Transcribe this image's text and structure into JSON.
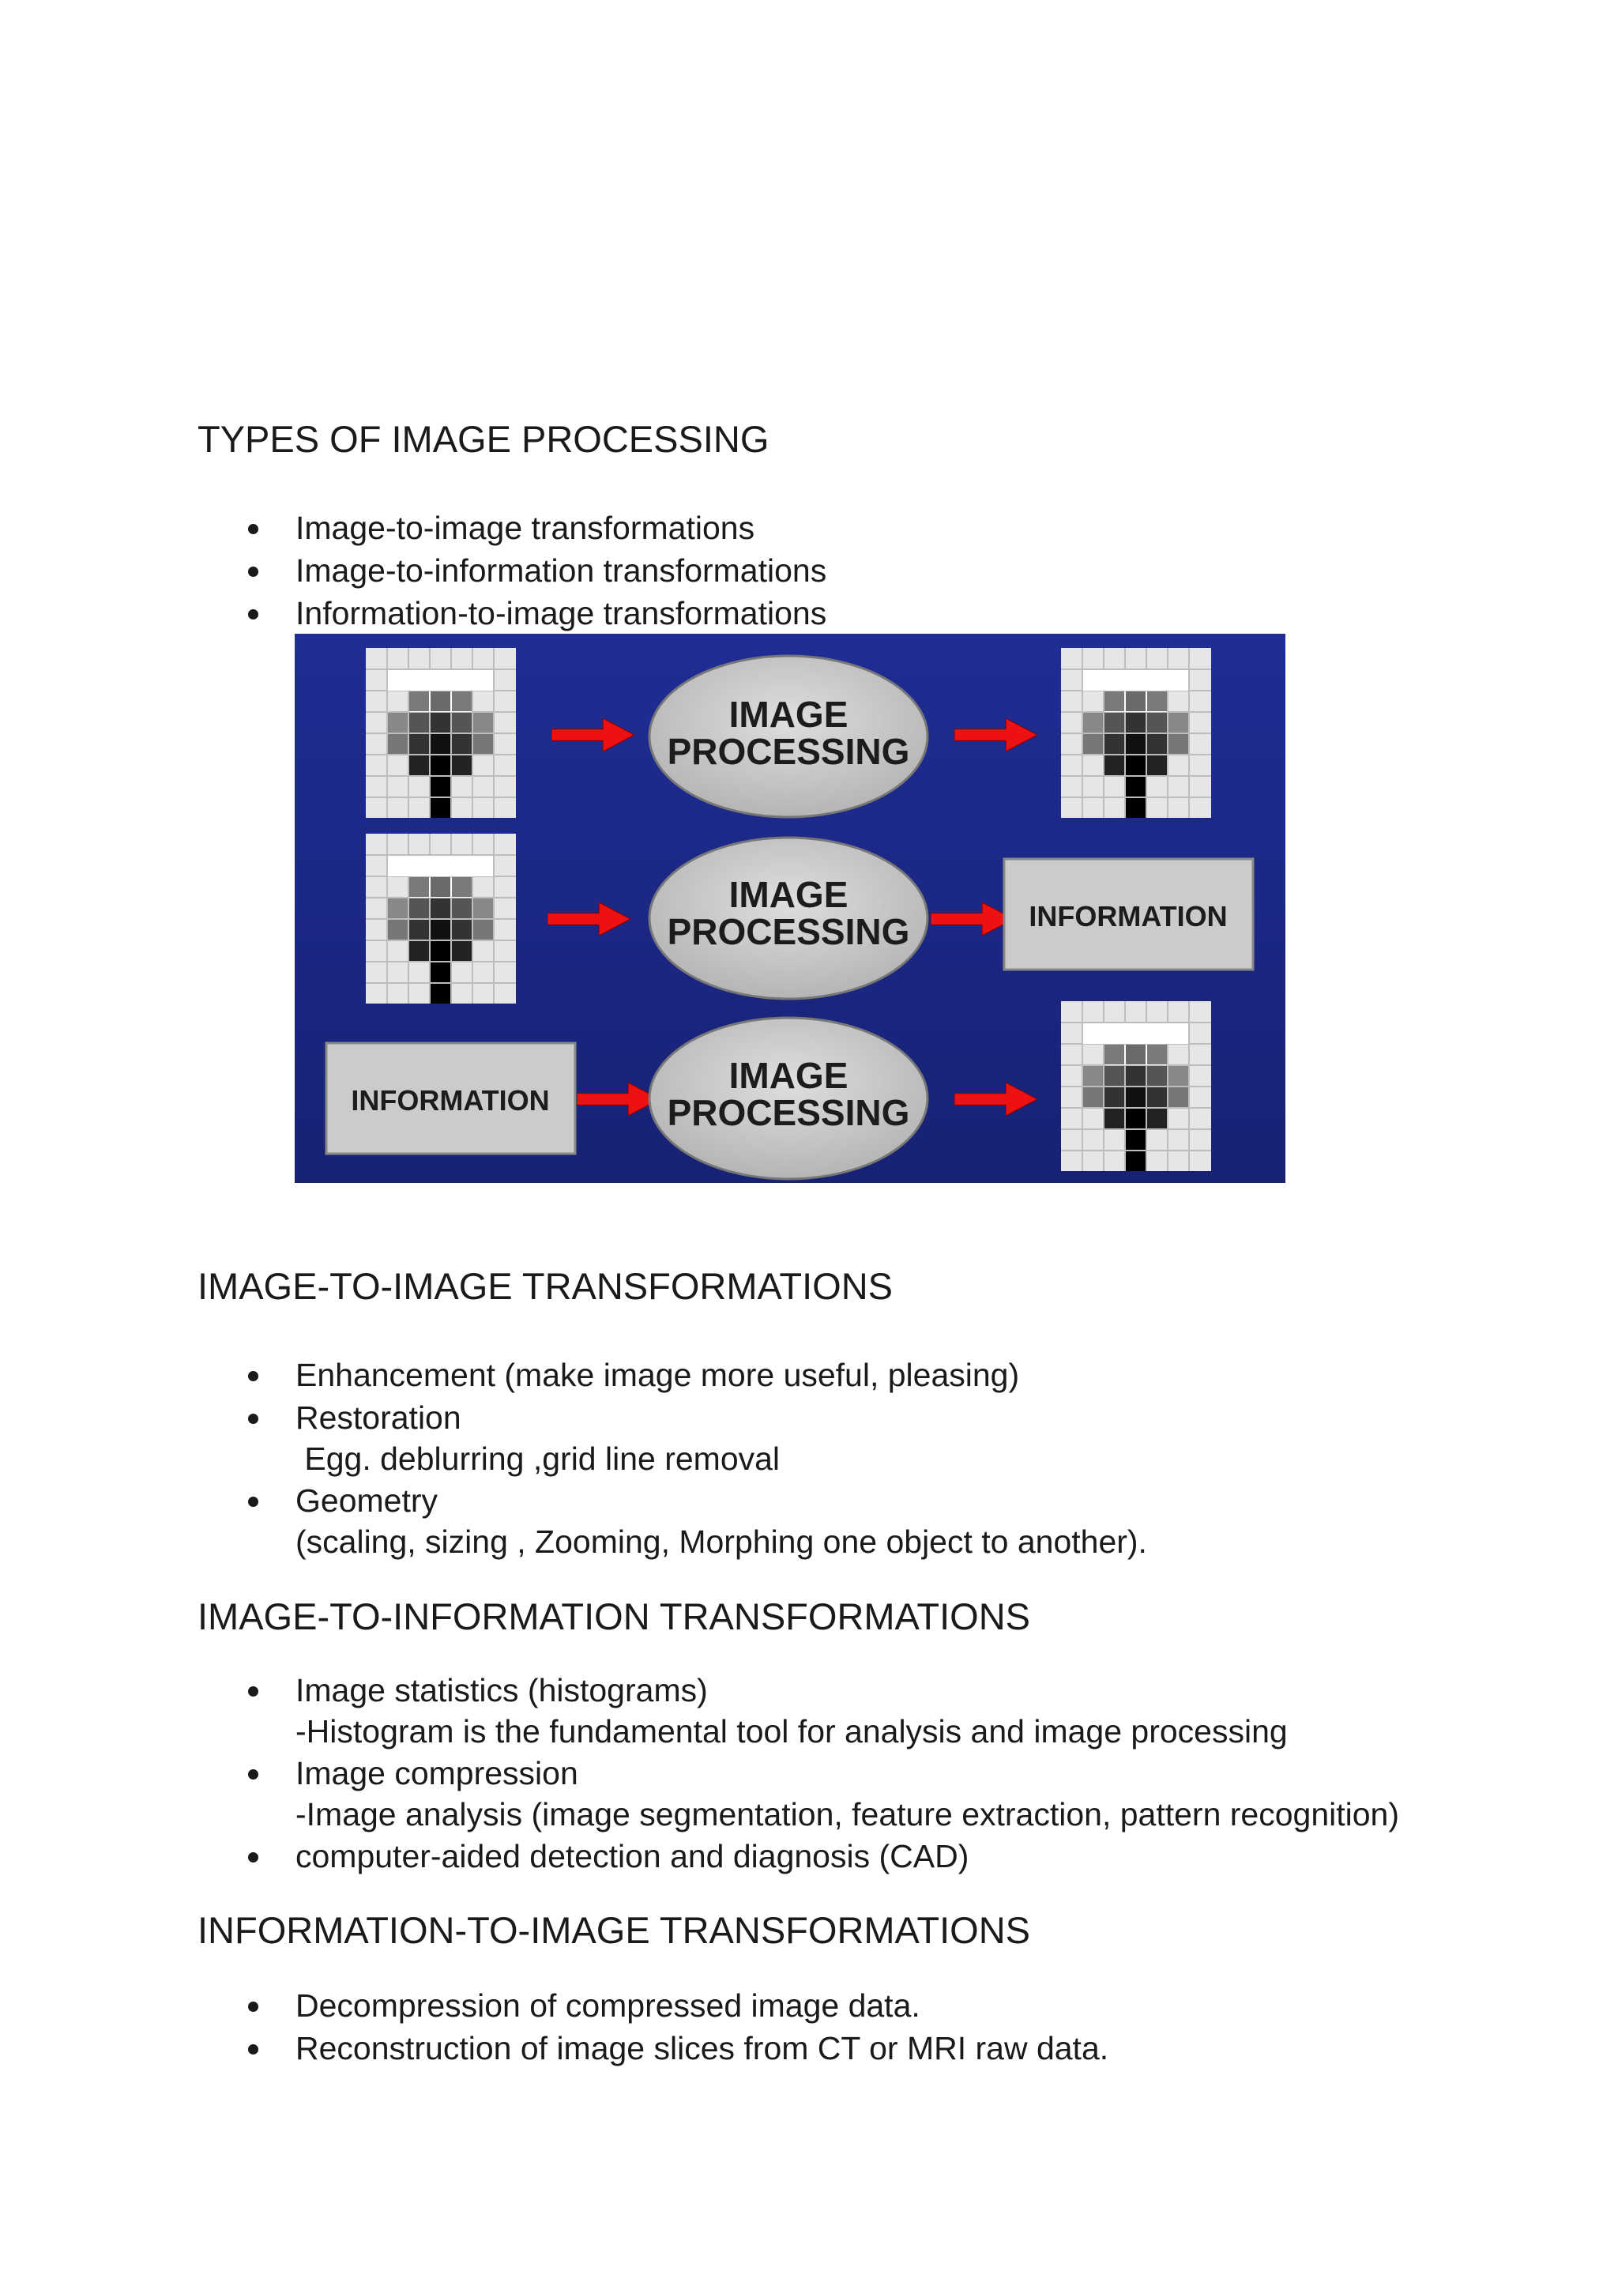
{
  "sections": {
    "types": {
      "title": "TYPES OF IMAGE PROCESSING",
      "items": [
        "Image-to-image transformations",
        "Image-to-information transformations",
        "Information-to-image transformations"
      ]
    },
    "figure": {
      "processing_line1": "IMAGE",
      "processing_line2": "PROCESSING",
      "information_label": "INFORMATION",
      "colors": {
        "background": "#1d2a8c",
        "arrow": "#ee1111",
        "ellipse": "#cfcfcf",
        "box": "#cbcbcb"
      }
    },
    "i2i": {
      "title": "IMAGE-TO-IMAGE TRANSFORMATIONS",
      "item1": "Enhancement (make image more useful, pleasing)",
      "item2": "Restoration",
      "item2_sub": " Egg. deblurring ,grid line removal",
      "item3": "Geometry",
      "item3_sub": "(scaling, sizing , Zooming, Morphing one object to another)."
    },
    "i2info": {
      "title": "IMAGE-TO-INFORMATION TRANSFORMATIONS",
      "item1": "Image statistics (histograms)",
      "item1_sub": "-Histogram is the fundamental tool for analysis and image processing",
      "item2": "Image compression",
      "item2_sub": "-Image analysis (image segmentation, feature extraction, pattern recognition)",
      "item3": "computer-aided detection and diagnosis (CAD)"
    },
    "info2i": {
      "title": "INFORMATION-TO-IMAGE TRANSFORMATIONS",
      "item1": "Decompression of compressed image data.",
      "item2": "Reconstruction of image slices from CT or MRI raw data."
    }
  }
}
